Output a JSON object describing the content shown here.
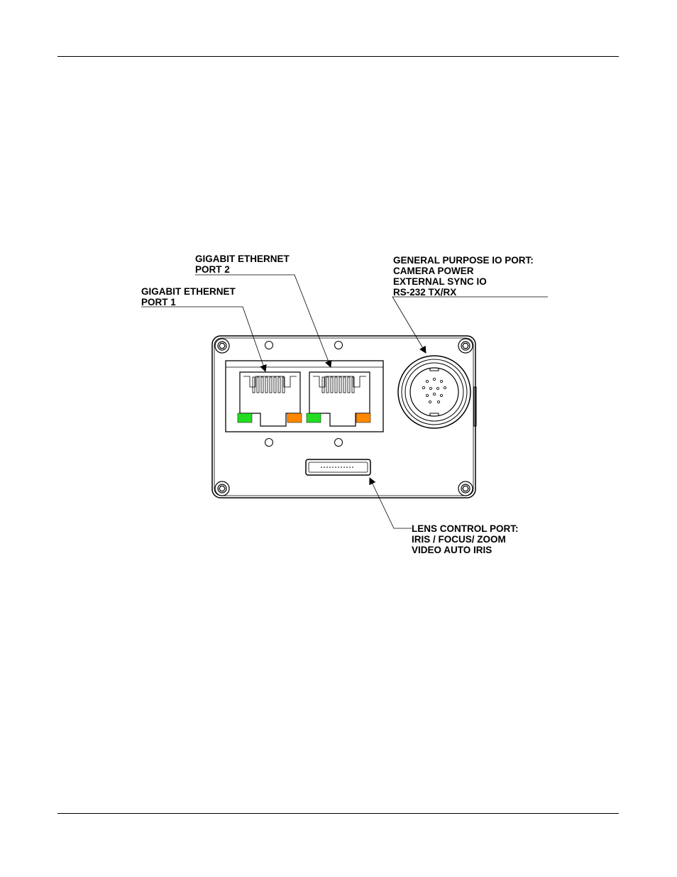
{
  "labels": {
    "ethernet_port_2": [
      "GIGABIT ETHERNET",
      "PORT 2"
    ],
    "ethernet_port_1": [
      "GIGABIT ETHERNET",
      "PORT 1"
    ],
    "gpio_port": [
      "GENERAL PURPOSE IO PORT:",
      "CAMERA POWER",
      "EXTERNAL SYNC IO",
      "RS-232 TX/RX"
    ],
    "lens_control_port": [
      "LENS CONTROL PORT:",
      "IRIS / FOCUS/ ZOOM",
      "VIDEO AUTO IRIS"
    ]
  },
  "colors": {
    "link_led": "#22dd22",
    "activity_led": "#ff8800",
    "line": "#000000"
  }
}
